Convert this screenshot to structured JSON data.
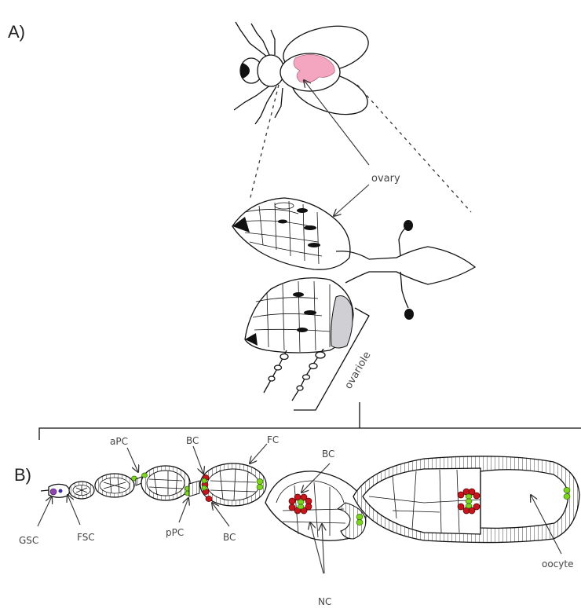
{
  "panels": {
    "a": "A)",
    "b": "B)"
  },
  "labels": {
    "ovary": "ovary",
    "ovariole": "ovariole",
    "gsc": "GSC",
    "fsc": "FSC",
    "apc": "aPC",
    "bc_top": "BC",
    "fc": "FC",
    "bc_mid": "BC",
    "ppc": "pPC",
    "bc_bottom": "BC",
    "oocyte": "oocyte",
    "nc": "NC"
  },
  "colors": {
    "ovary_highlight": "#f4a6c0",
    "border_cells": "#c4161c",
    "polar_cells": "#7ed321",
    "germline_stem_cell": "#8e44ad",
    "vitellarium": "#d0cfd4"
  }
}
